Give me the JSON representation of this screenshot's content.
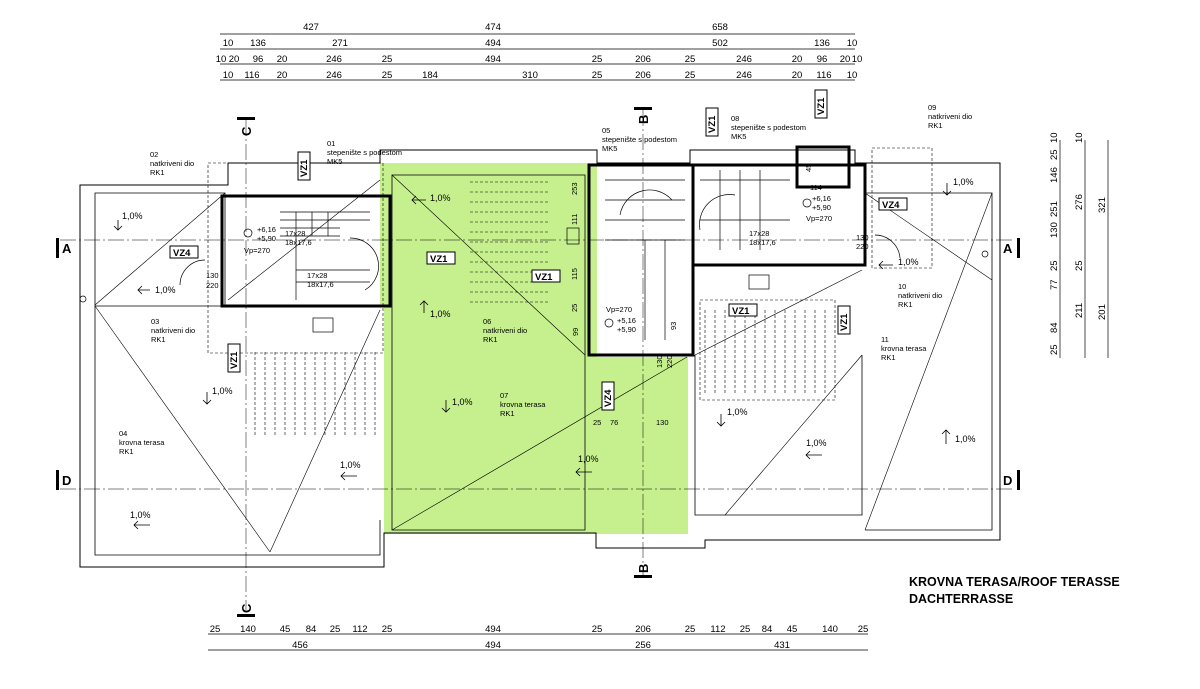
{
  "caption": {
    "line1": "KROVNA TERASA/ROOF TERASSE",
    "line2": "DACHTERRASSE"
  },
  "top_dims": {
    "row1": [
      "427",
      "474",
      "658"
    ],
    "row2": [
      "10",
      "136",
      "271",
      "494",
      "502",
      "136",
      "10"
    ],
    "row3": [
      "10",
      "20",
      "96",
      "20",
      "246",
      "25",
      "494",
      "25",
      "206",
      "25",
      "246",
      "20",
      "96",
      "20",
      "10"
    ],
    "row4": [
      "10",
      "116",
      "20",
      "246",
      "25",
      "184",
      "310",
      "25",
      "206",
      "25",
      "246",
      "20",
      "116",
      "10"
    ]
  },
  "bottom_dims": {
    "row1": [
      "25",
      "140",
      "45",
      "84",
      "25",
      "112",
      "25",
      "494",
      "25",
      "206",
      "25",
      "112",
      "25",
      "84",
      "45",
      "140",
      "25"
    ],
    "row2": [
      "456",
      "494",
      "256",
      "431"
    ]
  },
  "right_dims": {
    "col1": [
      "25",
      "10",
      "146",
      "251",
      "130",
      "25",
      "77",
      "84",
      "25"
    ],
    "col2": [
      "10",
      "276",
      "25",
      "211"
    ],
    "col3": [
      "321",
      "201"
    ]
  },
  "axes": {
    "a": "A",
    "b": "B",
    "c": "C",
    "d": "D"
  },
  "rooms": [
    {
      "num": "01",
      "name": "stepenište s podestom",
      "code": "MK5"
    },
    {
      "num": "02",
      "name": "natkriveni dio",
      "code": "RK1"
    },
    {
      "num": "03",
      "name": "natkriveni dio",
      "code": "RK1"
    },
    {
      "num": "04",
      "name": "krovna terasa",
      "code": "RK1"
    },
    {
      "num": "05",
      "name": "stepenište s podestom",
      "code": "MK5"
    },
    {
      "num": "06",
      "name": "natkriveni dio",
      "code": "RK1"
    },
    {
      "num": "07",
      "name": "krovna terasa",
      "code": "RK1"
    },
    {
      "num": "08",
      "name": "stepenište s podestom",
      "code": "MK5"
    },
    {
      "num": "09",
      "name": "natkriveni dio",
      "code": "RK1"
    },
    {
      "num": "10",
      "name": "natkriveni dio",
      "code": "RK1"
    },
    {
      "num": "11",
      "name": "krovna terasa",
      "code": "RK1"
    }
  ],
  "slope": "1,0%",
  "marks": {
    "vz1": "VZ1",
    "vz4": "VZ4"
  },
  "levels": {
    "plus616": "+6,16",
    "plus590": "+5,90",
    "plus516": "+5,16",
    "vp270": "Vp=270"
  },
  "stairs": {
    "s1": "17x28",
    "s2": "18x17,6",
    "s3": "18x17,6"
  },
  "misc": {
    "d130": "130",
    "d220": "220",
    "d114": "114",
    "d45": "45",
    "d25": "25",
    "d76": "76",
    "d99": "99",
    "d93": "93",
    "d111": "111",
    "d115": "115",
    "d253": "253"
  }
}
